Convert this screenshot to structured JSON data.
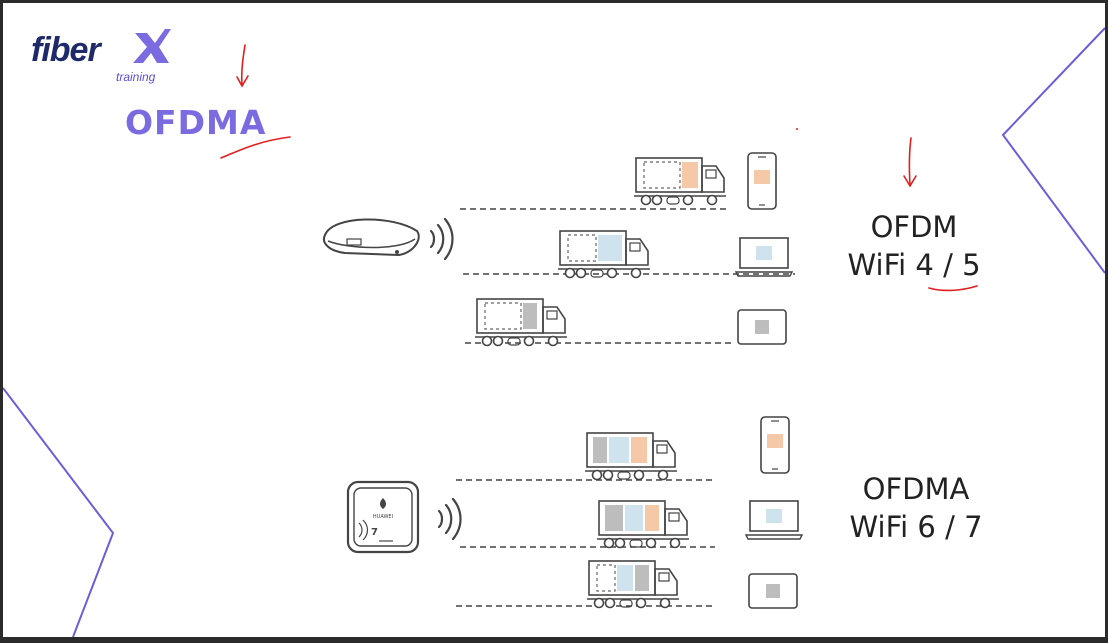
{
  "logo": {
    "brand": "fiber",
    "mark": "X",
    "sub": "training"
  },
  "title": "OFDMA",
  "ofdm": {
    "line1": "OFDM",
    "line2": "WiFi 4 / 5"
  },
  "ofdma": {
    "line1": "OFDMA",
    "line2": "WiFi 6 / 7"
  },
  "router_brand": "HUAWEI",
  "colors": {
    "accent": "#7b6be0",
    "annotation": "#e02020",
    "orange": "#f5c9a8",
    "blue": "#cfe3ef",
    "gray": "#bdbdbd",
    "line": "#444444"
  }
}
